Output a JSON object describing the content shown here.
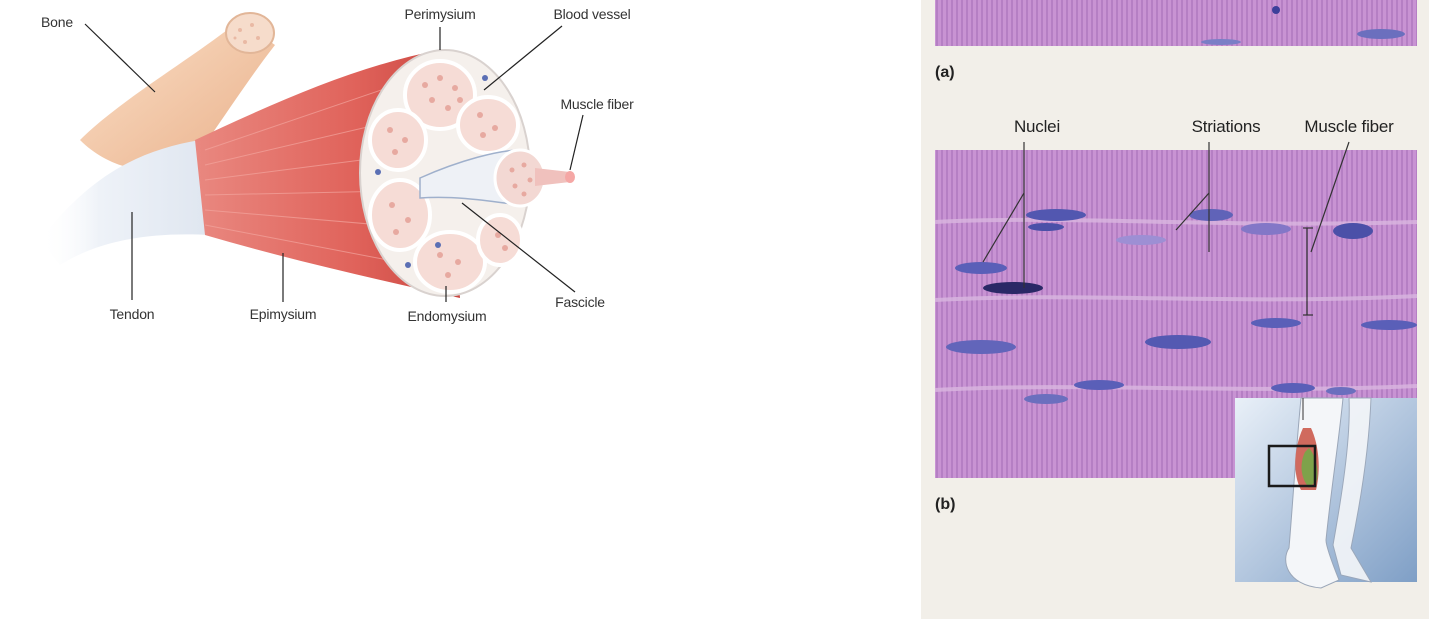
{
  "left_diagram": {
    "labels": {
      "bone": "Bone",
      "perimysium": "Perimysium",
      "blood_vessel": "Blood vessel",
      "muscle_fiber": "Muscle fiber",
      "tendon": "Tendon",
      "epimysium": "Epimysium",
      "endomysium": "Endomysium",
      "fascicle": "Fascicle"
    }
  },
  "right_panel": {
    "panel_a": {
      "letter": "(a)"
    },
    "panel_b": {
      "letter": "(b)",
      "labels": {
        "nuclei": "Nuclei",
        "striations": "Striations",
        "muscle_fiber": "Muscle fiber"
      }
    }
  },
  "colors": {
    "muscle": "#e0706a",
    "bone": "#f4c9a6",
    "tissue_purple": "#c48fd0",
    "nucleus": "#5a5fb8",
    "panel_bg": "#f2efe9"
  }
}
